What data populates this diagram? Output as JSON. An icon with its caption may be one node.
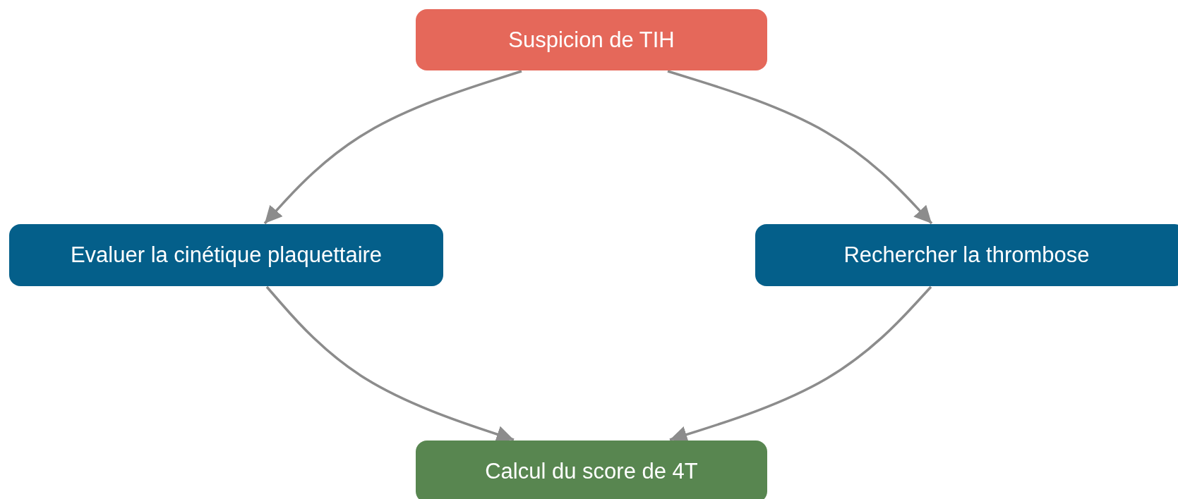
{
  "diagram": {
    "nodes": [
      {
        "text": [
          "Suspicion de TIH"
        ]
      },
      {
        "text": [
          "Evaluer la cinétique plaquettaire"
        ]
      },
      {
        "text": [
          "Rechercher la thrombose"
        ]
      },
      {
        "text": [
          "Calcul du score de 4T"
        ]
      }
    ],
    "edges": [
      {
        "from": 0,
        "to": 1,
        "arrow": "to"
      },
      {
        "from": 0,
        "to": 2,
        "arrow": "to"
      },
      {
        "from": 1,
        "to": 3,
        "arrow": "to"
      },
      {
        "from": 2,
        "to": 3,
        "arrow": "to"
      }
    ]
  }
}
